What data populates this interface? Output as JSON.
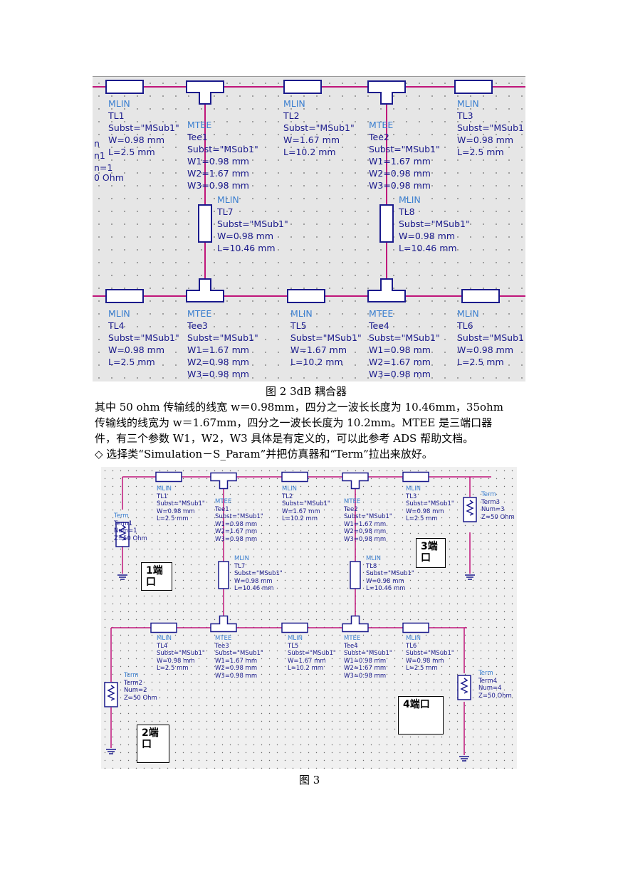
{
  "figure1": {
    "components": [
      {
        "lines": [
          "MLIN",
          "TL1",
          "Subst=\"MSub1\"",
          "W=0.98 mm",
          "L=2.5 mm"
        ]
      },
      {
        "lines": [
          "MTEE",
          "Tee1",
          "Subst=\"MSub1\"",
          "W1=0.98 mm",
          "W2=1.67 mm",
          "W3=0.98 mm"
        ]
      },
      {
        "lines": [
          "MLIN",
          "TL2",
          "Subst=\"MSub1\"",
          "W=1.67 mm",
          "L=10.2 mm"
        ]
      },
      {
        "lines": [
          "MTEE",
          "Tee2",
          "Subst=\"MSub1\"",
          "W1=1.67 mm",
          "W2=0.98 mm",
          "W3=0.98 mm"
        ]
      },
      {
        "lines": [
          "MLIN",
          "TL3",
          "Subst=\"MSub1",
          "W=0.98 mm",
          "L=2.5 mm"
        ]
      },
      {
        "lines": [
          "MLIN",
          "TL7",
          "Subst=\"MSub1\"",
          "W=0.98 mm",
          "L=10.46 mm"
        ]
      },
      {
        "lines": [
          "MLIN",
          "TL8",
          "Subst=\"MSub1\"",
          "W=0.98 mm",
          "L=10.46 mm"
        ]
      },
      {
        "lines": [
          "MLIN",
          "TL4",
          "Subst=\"MSub1\"",
          "W=0.98 mm",
          "L=2.5 mm"
        ]
      },
      {
        "lines": [
          "MTEE",
          "Tee3",
          "Subst=\"MSub1\"",
          "W1=1.67 mm",
          "W2=0.98 mm",
          "W3=0.98 mm"
        ]
      },
      {
        "lines": [
          "MLIN",
          "TL5",
          "Subst=\"MSub1\"",
          "W=1.67 mm",
          "L=10.2 mm"
        ]
      },
      {
        "lines": [
          "MTEE",
          "Tee4",
          "Subst=\"MSub1\"",
          "W1=0.98 mm",
          "W2=1.67 mm",
          "W3=0.98 mm"
        ]
      },
      {
        "lines": [
          "MLIN",
          "TL6",
          "Subst=\"MSub1",
          "W=0.98 mm",
          "L=2.5 mm"
        ]
      }
    ],
    "partial_term": [
      "n",
      "n1",
      "n=1",
      "0 Ohm"
    ]
  },
  "caption1": "图 2 3dB 耦合器",
  "paragraph": [
    "其中 50 ohm 传输线的线宽 w＝0.98mm，四分之一波长长度为 10.46mm，35ohm",
    "传输线的线宽为 w＝1.67mm，四分之一波长长度为 10.2mm。MTEE 是三端口器",
    "件，有三个参数 W1，W2，W3 具体是有定义的，可以此参考 ADS 帮助文档。",
    "◇  选择类“Simulation－S_Param”并把仿真器和“Term”拉出来放好。"
  ],
  "figure2": {
    "components": [
      {
        "lines": [
          "MLIN",
          "TL1",
          "Subst=\"MSub1\"",
          "W=0.98 mm",
          "L=2.5 mm"
        ]
      },
      {
        "lines": [
          "MTEE",
          "Tee1",
          "Subst=\"MSub1\"",
          "W1=0.98 mm",
          "W2=1.67 mm",
          "W3=0.98 mm"
        ]
      },
      {
        "lines": [
          "MLIN",
          "TL2",
          "Subst=\"MSub1\"",
          "W=1.67 mm",
          "L=10.2 mm"
        ]
      },
      {
        "lines": [
          "MTEE",
          "Tee2",
          "Subst=\"MSub1\"",
          "W1=1.67 mm",
          "W2=0.98 mm",
          "W3=0.98 mm"
        ]
      },
      {
        "lines": [
          "MLIN",
          "TL3",
          "Subst=\"MSub1\"",
          "W=0.98 mm",
          "L=2.5 mm"
        ]
      },
      {
        "lines": [
          "Term",
          "Term3",
          "Num=3",
          "Z=50 Ohm"
        ]
      },
      {
        "lines": [
          "Term",
          "Term1",
          "Num=1",
          "Z=50 Ohm"
        ]
      },
      {
        "lines": [
          "MLIN",
          "TL7",
          "Subst=\"MSub1\"",
          "W=0.98 mm",
          "L=10.46 mm"
        ]
      },
      {
        "lines": [
          "MLIN",
          "TL8",
          "Subst=\"MSub1\"",
          "W=0.98 mm",
          "L=10.46 mm"
        ]
      },
      {
        "lines": [
          "MLIN",
          "TL4",
          "Subst=\"MSub1\"",
          "W=0.98 mm",
          "L=2.5 mm"
        ]
      },
      {
        "lines": [
          "MTEE",
          "Tee3",
          "Subst=\"MSub1\"",
          "W1=1.67 mm",
          "W2=0.98 mm",
          "W3=0.98 mm"
        ]
      },
      {
        "lines": [
          "MLIN",
          "TL5",
          "Subst=\"MSub1\"",
          "W=1.67 mm",
          "L=10.2 mm"
        ]
      },
      {
        "lines": [
          "MTEE",
          "Tee4",
          "Subst=\"MSub1\"",
          "W1=0.98 mm",
          "W2=1.67 mm",
          "W3=0.98 mm"
        ]
      },
      {
        "lines": [
          "MLIN",
          "TL6",
          "Subst=\"MSub1\"",
          "W=0.98 mm",
          "L=2.5 mm"
        ]
      },
      {
        "lines": [
          "Term",
          "Term2",
          "Num=2",
          "Z=50 Ohm"
        ]
      },
      {
        "lines": [
          "Term",
          "Term4",
          "Num=4",
          "Z=50 Ohm"
        ]
      }
    ],
    "ports": [
      {
        "lines": [
          "1端",
          "口"
        ]
      },
      {
        "lines": [
          "3端",
          "口"
        ]
      },
      {
        "lines": [
          "4端口"
        ]
      },
      {
        "lines": [
          "2端",
          "口"
        ]
      }
    ]
  },
  "caption2": "图 3",
  "colors": {
    "wire": "#c0157a",
    "component": "#1a1a8c",
    "label": "#1a1a8c",
    "title": "#3b7fd0",
    "grid": "#6a6a6a"
  }
}
